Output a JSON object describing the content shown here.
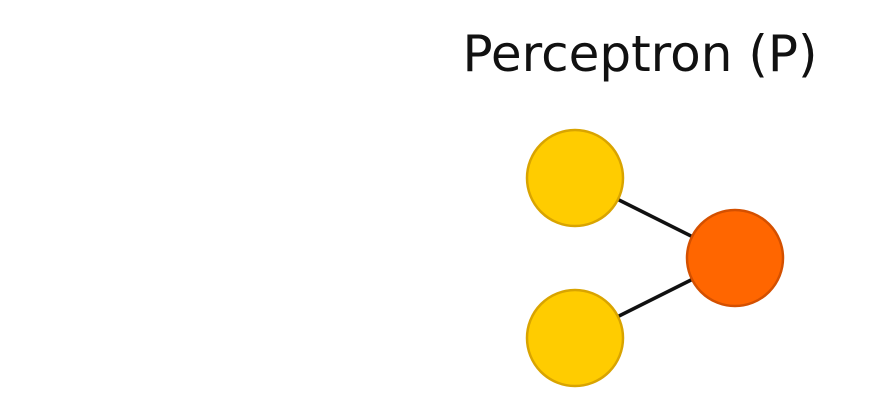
{
  "diagram": {
    "title": "Perceptron (P)",
    "nodes": [
      {
        "id": "input-1",
        "role": "input",
        "fill": "#FFCC00",
        "stroke": "#D9A400"
      },
      {
        "id": "input-2",
        "role": "input",
        "fill": "#FFCC00",
        "stroke": "#D9A400"
      },
      {
        "id": "output",
        "role": "output",
        "fill": "#FF6600",
        "stroke": "#D45000"
      }
    ],
    "edges": [
      {
        "from": "input-1",
        "to": "output"
      },
      {
        "from": "input-2",
        "to": "output"
      }
    ],
    "edge_color": "#111111"
  }
}
